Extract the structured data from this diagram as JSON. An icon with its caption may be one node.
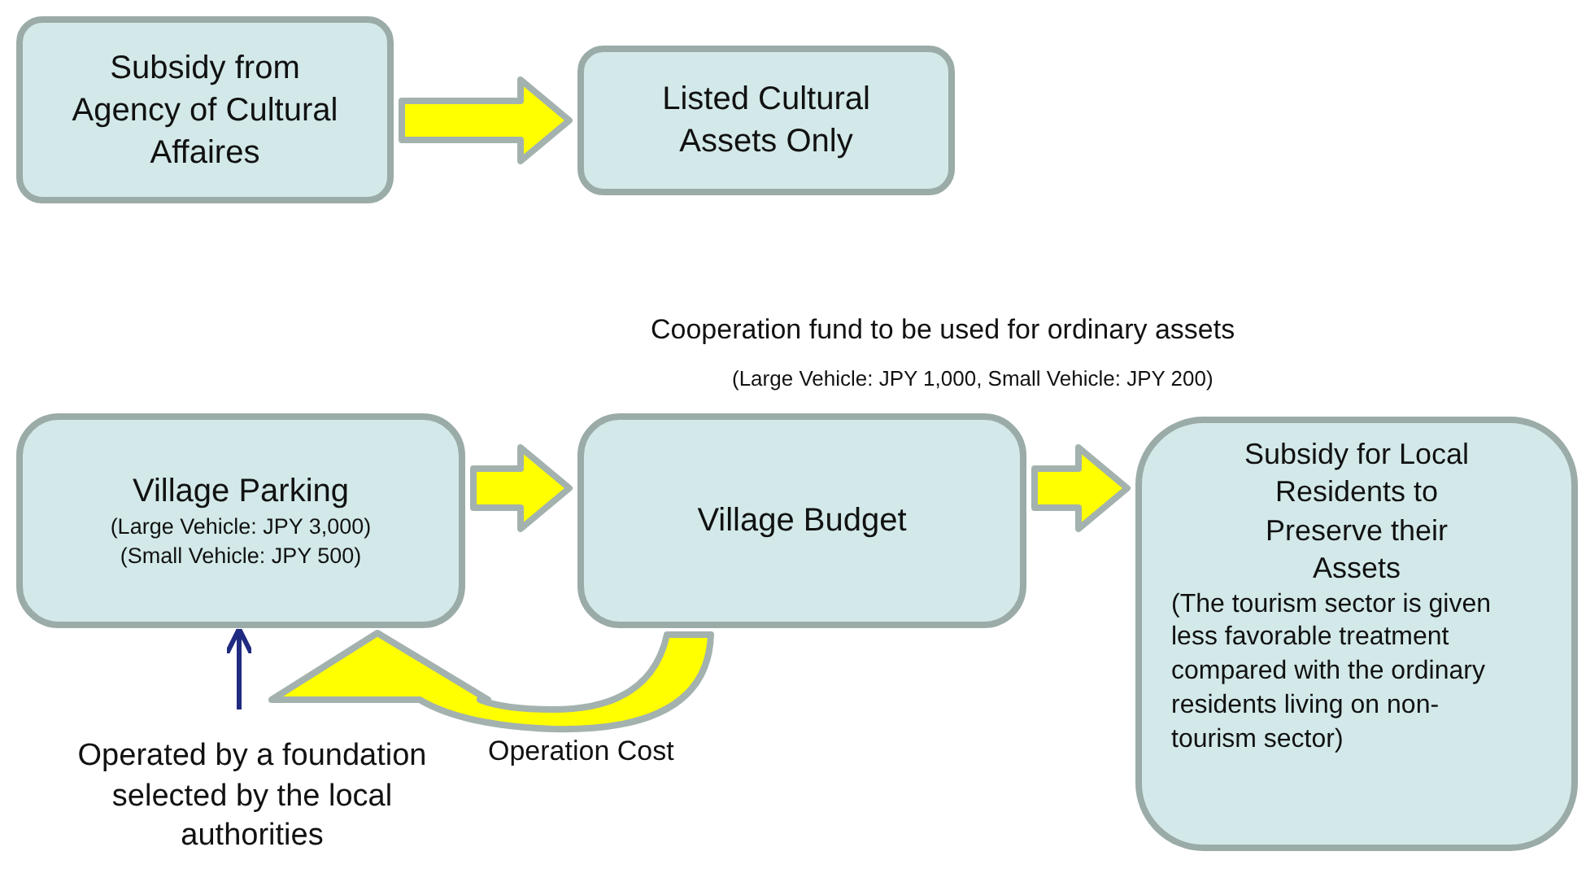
{
  "diagram": {
    "nodes": [
      {
        "text": [
          "Subsidy from Agency of Cultural Affaires"
        ]
      },
      {
        "text": [
          "Listed Cultural Assets Only"
        ]
      },
      {
        "text": [
          "Village Parking",
          "(Large Vehicle: JPY 3,000) (Small Vehicle: JPY 500)"
        ]
      },
      {
        "text": [
          "Village Budget"
        ]
      },
      {
        "text": [
          "Subsidy for Local Residents to Preserve their Assets",
          "(The tourism sector is given less favorable treatment compared with the ordinary residents living on non-tourism sector)"
        ]
      },
      {
        "text": [
          "Operated by a foundation selected by the local authorities"
        ]
      }
    ],
    "edges": [
      {
        "from": 0,
        "to": 1,
        "arrow": "to"
      },
      {
        "from": 2,
        "to": 3,
        "arrow": "to"
      },
      {
        "from": 3,
        "to": 4,
        "arrow": "to"
      },
      {
        "from": 3,
        "to": 2,
        "arrow": "to",
        "label": "Operation Cost"
      },
      {
        "from": 5,
        "to": 2,
        "arrow": "to",
        "color": "#1f2a80"
      }
    ],
    "labels": [
      "Cooperation fund to be used for ordinary assets",
      "(Large Vehicle: JPY 1,000, Small Vehicle: JPY 200)"
    ]
  }
}
